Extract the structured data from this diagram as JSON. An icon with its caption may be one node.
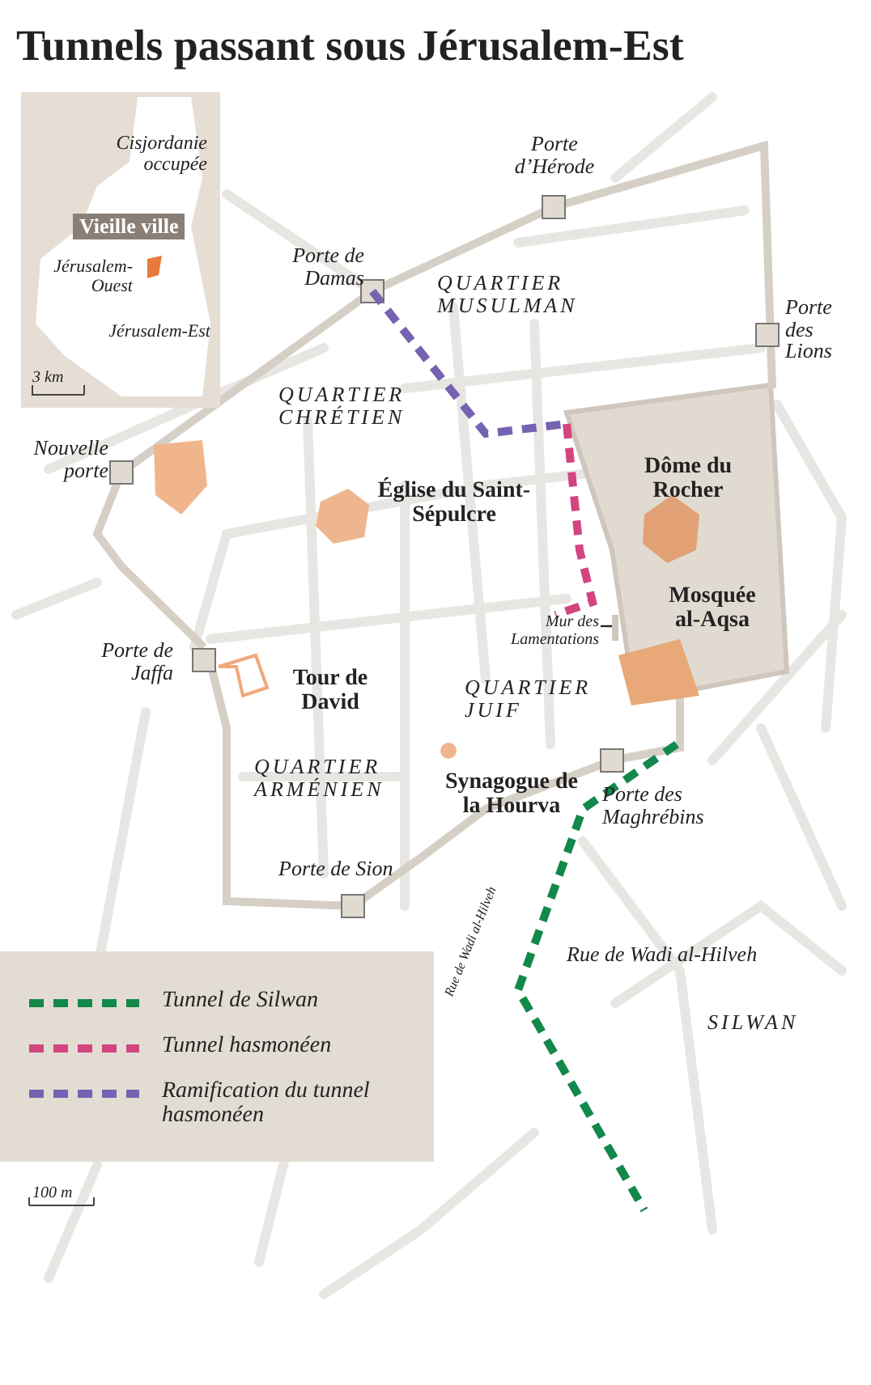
{
  "diagram": {
    "title": "Tunnels passant sous Jérusalem-Est",
    "nodes": [
      {
        "text": [
          "Mur des Lamentations"
        ]
      },
      {
        "text": [],
        "shape": "bar"
      }
    ],
    "edges": [
      {
        "from": 0,
        "to": 1,
        "arrow": "none"
      }
    ],
    "labels": [
      "Cisjordanie occupée",
      "Vieille ville",
      "Jérusalem-Ouest",
      "Jérusalem-Est",
      "3 km",
      "Porte d’Hérode",
      "Porte de Damas",
      "QUARTIER MUSULMAN",
      "Porte des Lions",
      "QUARTIER CHRÉTIEN",
      "Nouvelle porte",
      "Dôme du Rocher",
      "Église du Saint-Sépulcre",
      "Mosquée al-Aqsa",
      "Porte de Jaffa",
      "Tour de David",
      "QUARTIER JUIF",
      "QUARTIER ARMÉNIEN",
      "Synagogue de la Hourva",
      "Porte des Maghrébins",
      "Porte de Sion",
      "Rue de Wadi al-Hilveh",
      "Rue de Wadi al-Hilveh",
      "SILWAN",
      "100 m"
    ],
    "legend": [
      {
        "text": "Tunnel de Silwan"
      },
      {
        "text": "Tunnel hasmonéen"
      },
      {
        "text": "Ramification du tunnel hasmonéen"
      }
    ]
  }
}
